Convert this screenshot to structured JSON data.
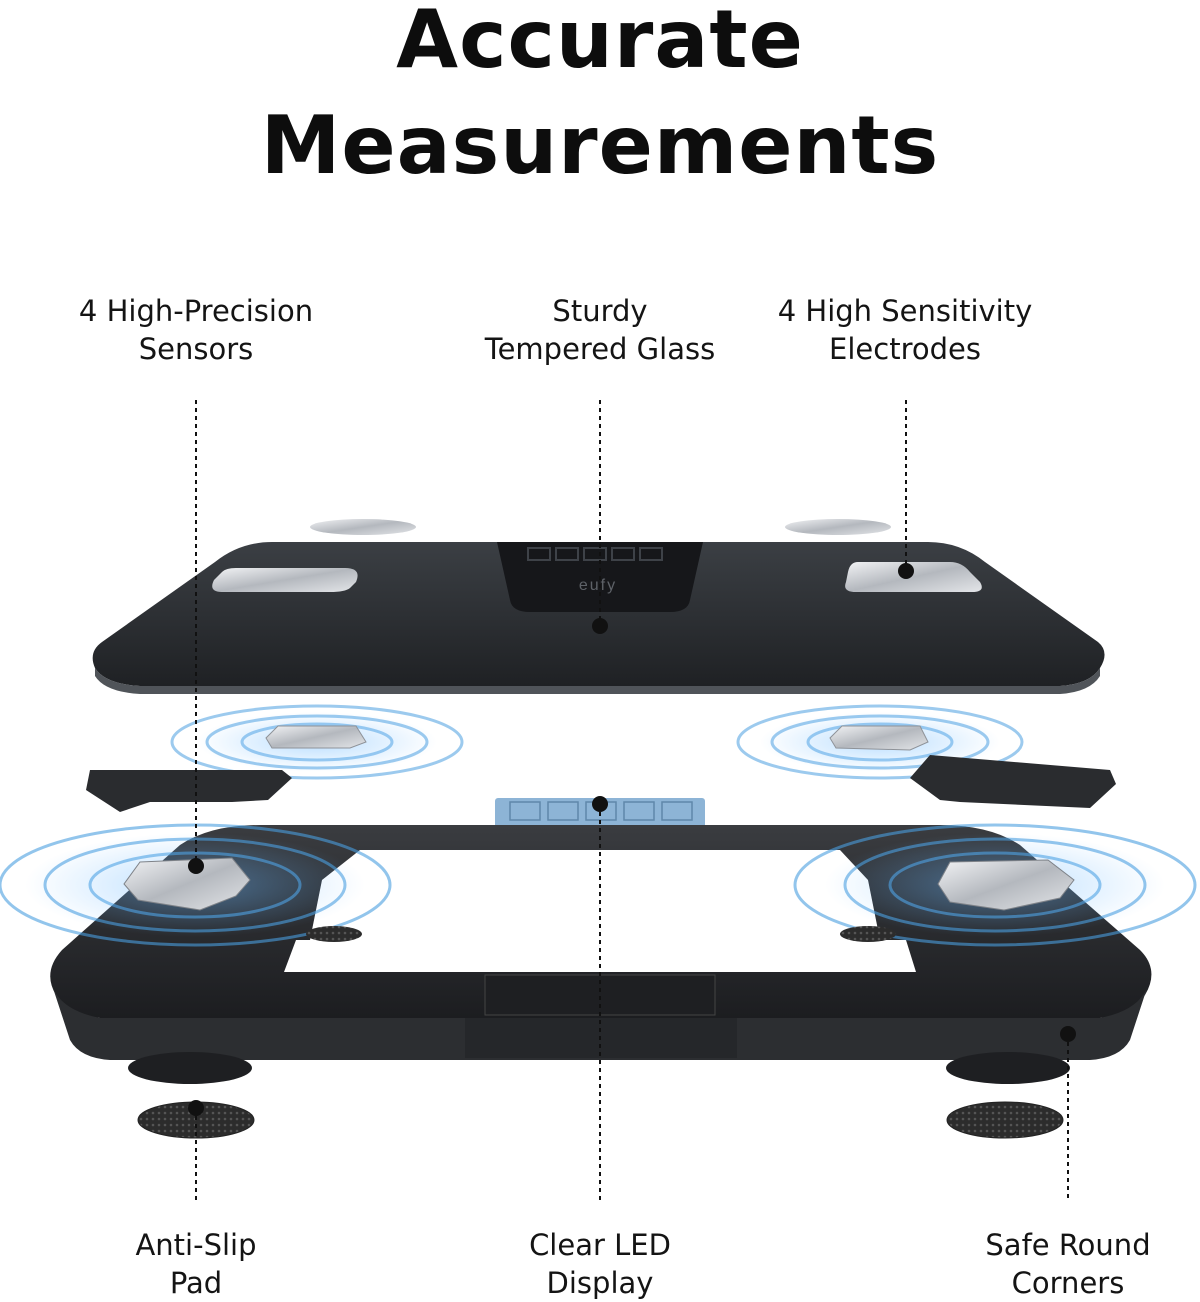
{
  "title": {
    "line1": "Accurate",
    "line2": "Measurements"
  },
  "brand_logo": "eufy",
  "labels": {
    "sensors": {
      "line1": "4 High-Precision",
      "line2": "Sensors"
    },
    "glass": {
      "line1": "Sturdy",
      "line2": "Tempered Glass"
    },
    "electrodes": {
      "line1": "4 High Sensitivity",
      "line2": "Electrodes"
    },
    "pad": {
      "line1": "Anti-Slip",
      "line2": "Pad"
    },
    "display": {
      "line1": "Clear LED",
      "line2": "Display"
    },
    "corners": {
      "line1": "Safe Round",
      "line2": "Corners"
    }
  },
  "colors": {
    "glass": "#2a2d31",
    "frame": "#27292c",
    "electrode": "#c9ccd1",
    "sensor_wave": "#4a9fe0",
    "led_board": "#8db4d6",
    "pad": "#3a3a3a"
  }
}
